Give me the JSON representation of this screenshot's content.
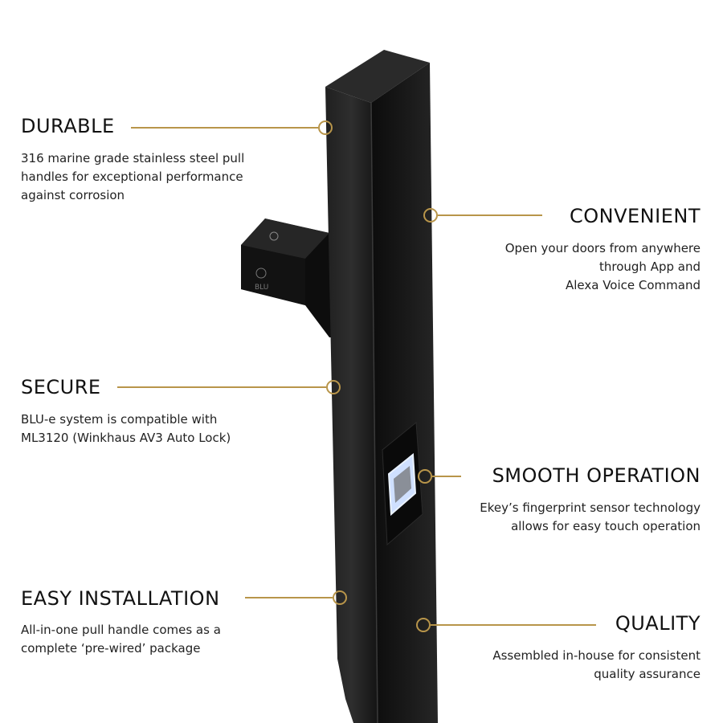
{
  "colors": {
    "accent": "#b8954a",
    "handle": "#151515",
    "sensor_glow": "#cfe0ff"
  },
  "product": {
    "logo_text": "BLU"
  },
  "features": {
    "durable": {
      "title": "DURABLE",
      "lines": [
        "316 marine grade stainless steel pull",
        "handles for exceptional performance",
        "against corrosion"
      ]
    },
    "convenient": {
      "title": "CONVENIENT",
      "lines": [
        "Open your doors from anywhere",
        "through App and",
        "Alexa Voice Command"
      ]
    },
    "secure": {
      "title": "SECURE",
      "lines": [
        "BLU-e system is compatible with",
        "ML3120 (Winkhaus AV3 Auto Lock)"
      ]
    },
    "smooth": {
      "title": "SMOOTH OPERATION",
      "lines": [
        "Ekey’s fingerprint sensor technology",
        "allows for easy touch operation"
      ]
    },
    "easy": {
      "title": "EASY INSTALLATION",
      "lines": [
        "All-in-one pull handle comes as a",
        "complete ‘pre-wired’ package"
      ]
    },
    "quality": {
      "title": "QUALITY",
      "lines": [
        "Assembled in-house for consistent",
        "quality assurance"
      ]
    }
  }
}
